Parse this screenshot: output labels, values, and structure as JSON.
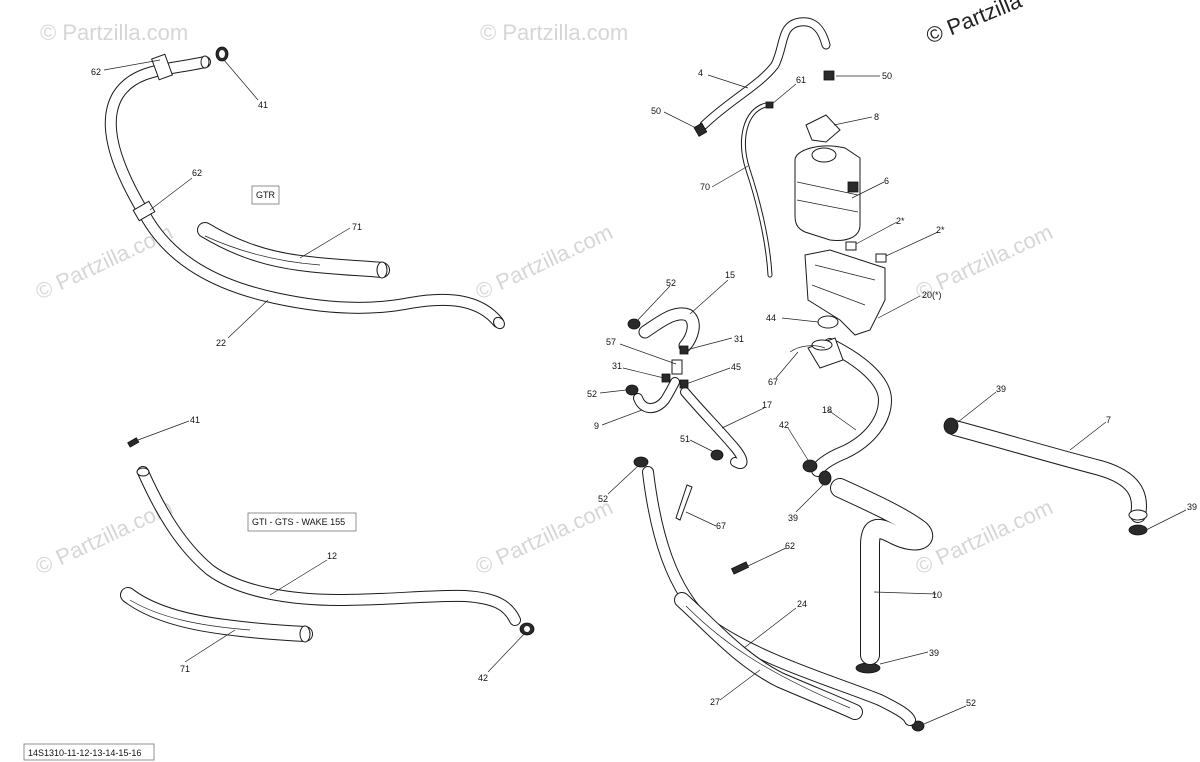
{
  "copyright": "© Partzilla",
  "watermark_text": "© Partzilla.com",
  "model_boxes": {
    "gtr": "GTR",
    "gti": "GTI - GTS - WAKE 155"
  },
  "footer_code": "14S1310-11-12-13-14-15-16",
  "callouts": {
    "c62a": "62",
    "c41a": "41",
    "c62b": "62",
    "c71a": "71",
    "c22": "22",
    "c41b": "41",
    "c12": "12",
    "c71b": "71",
    "c42a": "42",
    "c4": "4",
    "c61": "61",
    "c50a": "50",
    "c50b": "50",
    "c8": "8",
    "c70": "70",
    "c6": "6",
    "c2a": "2*",
    "c2b": "2*",
    "c20": "20(*)",
    "c44": "44",
    "c52a": "52",
    "c15": "15",
    "c57": "57",
    "c31a": "31",
    "c31b": "31",
    "c45": "45",
    "c52b": "52",
    "c9": "9",
    "c17": "17",
    "c67a": "67",
    "c18": "18",
    "c39a": "39",
    "c7": "7",
    "c42b": "42",
    "c51": "51",
    "c39b": "39",
    "c39c": "39",
    "c52c": "52",
    "c67b": "67",
    "c62c": "62",
    "c10": "10",
    "c24": "24",
    "c39d": "39",
    "c27": "27",
    "c52d": "52"
  }
}
